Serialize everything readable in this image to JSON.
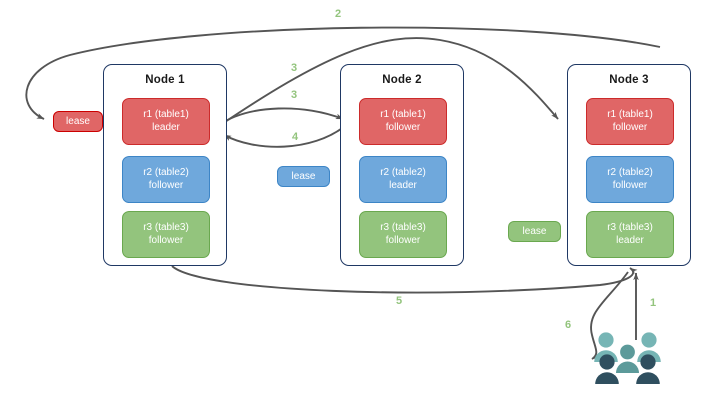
{
  "diagram": {
    "title": "Distributed database replica lease and request routing diagram",
    "background": "#ffffff",
    "colors": {
      "node_border": "#1f3864",
      "red": "#e06666",
      "red_border": "#cc2b2b",
      "blue": "#6fa8dc",
      "blue_border": "#3d85c6",
      "green": "#93c47d",
      "green_border": "#6aa84f",
      "step_label": "#93c47d",
      "arrow": "#555555",
      "people_light": "#76b5b5",
      "people_dark": "#2f4f5f"
    }
  },
  "nodes": [
    {
      "id": "node1",
      "title": "Node 1",
      "replicas": [
        {
          "name": "r1 (table1)",
          "role": "leader",
          "color": "red"
        },
        {
          "name": "r2 (table2)",
          "role": "follower",
          "color": "blue"
        },
        {
          "name": "r3 (table3)",
          "role": "follower",
          "color": "green"
        }
      ]
    },
    {
      "id": "node2",
      "title": "Node 2",
      "replicas": [
        {
          "name": "r1 (table1)",
          "role": "follower",
          "color": "red"
        },
        {
          "name": "r2 (table2)",
          "role": "leader",
          "color": "blue"
        },
        {
          "name": "r3 (table3)",
          "role": "follower",
          "color": "green"
        }
      ]
    },
    {
      "id": "node3",
      "title": "Node 3",
      "replicas": [
        {
          "name": "r1 (table1)",
          "role": "follower",
          "color": "red"
        },
        {
          "name": "r2 (table2)",
          "role": "follower",
          "color": "blue"
        },
        {
          "name": "r3 (table3)",
          "role": "leader",
          "color": "green"
        }
      ]
    }
  ],
  "leases": [
    {
      "id": "lease-red",
      "label": "lease",
      "color": "red"
    },
    {
      "id": "lease-blue",
      "label": "lease",
      "color": "blue"
    },
    {
      "id": "lease-green",
      "label": "lease",
      "color": "green"
    }
  ],
  "steps": [
    {
      "id": "step-1",
      "label": "1",
      "meaning": "client request to Node 3"
    },
    {
      "id": "step-2",
      "label": "2",
      "meaning": "Node 3 to red lease"
    },
    {
      "id": "step-3a",
      "label": "3",
      "meaning": "Node 1 r1 to Node 3 r1"
    },
    {
      "id": "step-3b",
      "label": "3",
      "meaning": "Node 1 r1 to Node 2 r1"
    },
    {
      "id": "step-4",
      "label": "4",
      "meaning": "Node 2 r1 back to Node 1 r1"
    },
    {
      "id": "step-5",
      "label": "5",
      "meaning": "Node 1 back to Node 3"
    },
    {
      "id": "step-6",
      "label": "6",
      "meaning": "Node 3 response to clients"
    }
  ],
  "people": {
    "name": "clients",
    "figure_count": 5
  }
}
